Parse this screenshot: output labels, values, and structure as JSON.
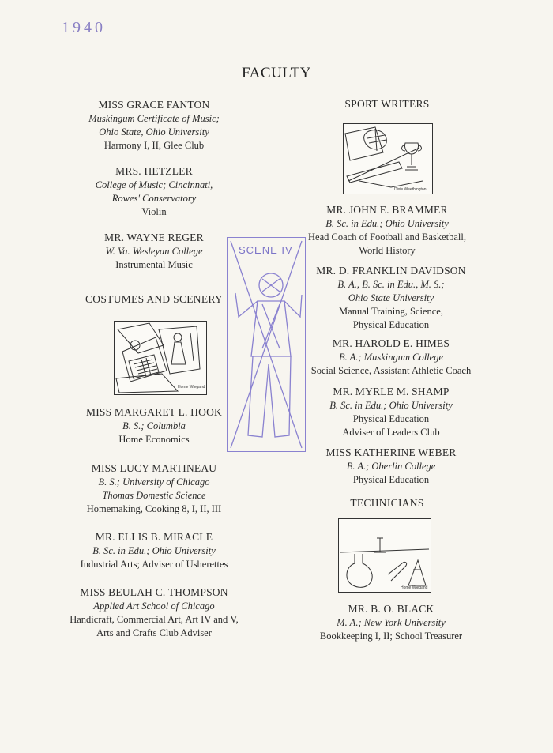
{
  "year": "1940",
  "title": "FACULTY",
  "left": [
    {
      "name": "MISS GRACE FANTON",
      "lines": [
        "Muskingum Certificate of Music;",
        "Ohio State, Ohio University"
      ],
      "subject": [
        "Harmony I, II, Glee Club"
      ]
    },
    {
      "name": "MRS. HETZLER",
      "lines": [
        "College of Music; Cincinnati,",
        "Rowes' Conservatory"
      ],
      "subject": [
        "Violin"
      ]
    },
    {
      "name": "MR. WAYNE REGER",
      "lines": [
        "W. Va. Wesleyan College"
      ],
      "subject": [
        "Instrumental Music"
      ]
    },
    {
      "name": "MISS MARGARET L. HOOK",
      "lines": [
        "B. S.; Columbia"
      ],
      "subject": [
        "Home Economics"
      ]
    },
    {
      "name": "MISS LUCY MARTINEAU",
      "lines": [
        "B. S.; University of Chicago",
        "Thomas Domestic Science"
      ],
      "subject": [
        "Homemaking, Cooking 8, I, II, III"
      ]
    },
    {
      "name": "MR. ELLIS B. MIRACLE",
      "lines": [
        "B. Sc. in Edu.; Ohio University"
      ],
      "subject": [
        "Industrial Arts; Adviser of Usherettes"
      ]
    },
    {
      "name": "MISS BEULAH C. THOMPSON",
      "lines": [
        "Applied Art School of Chicago"
      ],
      "subject": [
        "Handicraft, Commercial Art, Art IV and V,",
        "Arts and Crafts Club Adviser"
      ]
    }
  ],
  "right": [
    {
      "name": "MR. JOHN E. BRAMMER",
      "lines": [
        "B. Sc. in Edu.; Ohio University"
      ],
      "subject": [
        "Head Coach of Football and Basketball,",
        "World History"
      ]
    },
    {
      "name": "MR. D. FRANKLIN DAVIDSON",
      "lines": [
        "B. A., B. Sc. in Edu., M. S.;",
        "Ohio State University"
      ],
      "subject": [
        "Manual Training, Science,",
        "Physical Education"
      ]
    },
    {
      "name": "MR. HAROLD E. HIMES",
      "lines": [
        "B. A.; Muskingum College"
      ],
      "subject": [
        "Social Science, Assistant Athletic Coach"
      ]
    },
    {
      "name": "MR. MYRLE M. SHAMP",
      "lines": [
        "B. Sc. in Edu.; Ohio University"
      ],
      "subject": [
        "Physical Education",
        "Adviser of Leaders Club"
      ]
    },
    {
      "name": "MISS KATHERINE WEBER",
      "lines": [
        "B. A.; Oberlin College"
      ],
      "subject": [
        "Physical Education"
      ]
    },
    {
      "name": "MR. B. O. BLACK",
      "lines": [
        "M. A.; New York University"
      ],
      "subject": [
        "Bookkeeping I, II; School Treasurer"
      ]
    }
  ],
  "headings": {
    "costumes": "COSTUMES AND SCENERY",
    "sport": "SPORT WRITERS",
    "technicians": "TECHNICIANS"
  },
  "stamp_label": "SCENE IV",
  "signatures": {
    "costumes": "Home Wiegand",
    "sport": "Dixie Weethington",
    "technicians": "Home Wiegand"
  },
  "colors": {
    "year": "#8a80c4",
    "stamp": "#7c74c8",
    "ink": "#2a2a2a",
    "paper": "#f7f5ef"
  }
}
